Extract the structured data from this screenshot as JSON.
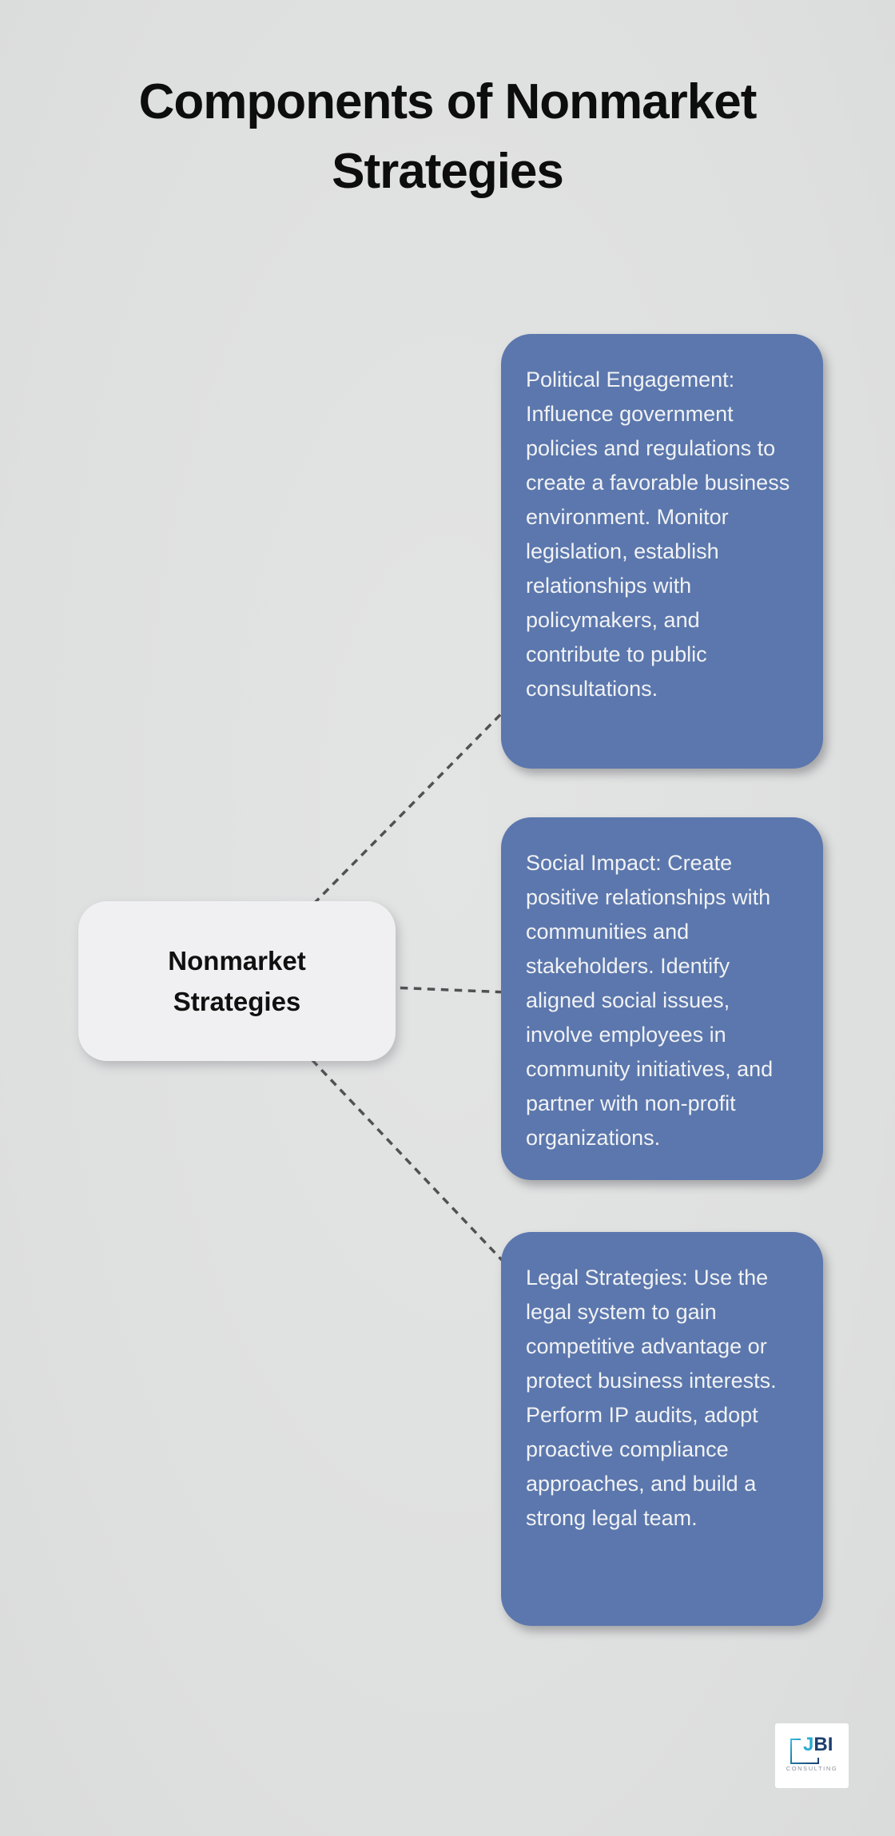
{
  "title": "Components of Nonmarket Strategies",
  "center": {
    "label": "Nonmarket Strategies"
  },
  "branches": [
    {
      "id": "political-engagement",
      "text": "Political Engagement: Influence government policies and regulations to create a favorable business environment. Monitor legislation, establish relationships with policymakers, and contribute to public consultations."
    },
    {
      "id": "social-impact",
      "text": "Social Impact: Create positive relationships with communities and stakeholders. Identify aligned social issues, involve employees in community initiatives, and partner with non-profit organizations."
    },
    {
      "id": "legal-strategies",
      "text": "Legal Strategies: Use the legal system to gain competitive advantage or protect business interests. Perform IP audits, adopt proactive compliance approaches, and build a strong legal team."
    }
  ],
  "logo": {
    "j": "J",
    "bi": "BI",
    "subtitle": "CONSULTING"
  },
  "colors": {
    "background": "#dfe0e0",
    "branch_fill": "#5b77ad",
    "branch_text": "#f1f2f4",
    "node_fill": "#f0f0f2",
    "node_text": "#101010",
    "connector": "#515154",
    "logo_teal": "#29abd4",
    "logo_navy": "#1c3f6e",
    "logo_subtitle_gray": "#8b9099"
  }
}
